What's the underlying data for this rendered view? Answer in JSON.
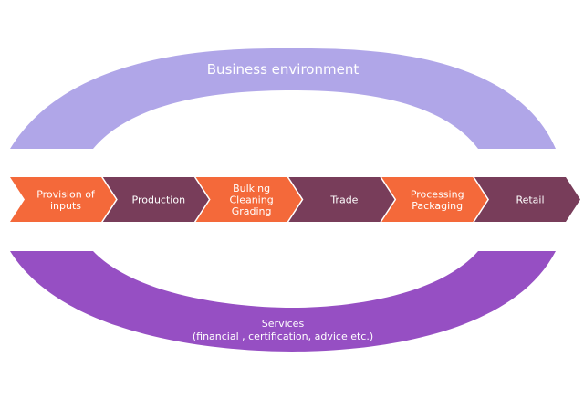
{
  "diagram": {
    "top_band": {
      "label": "Business environment",
      "color": "#b0a6e8"
    },
    "bottom_band": {
      "label_line1": "Services",
      "label_line2": "(financial , certification, advice etc.)",
      "color": "#964fc3"
    },
    "steps": [
      {
        "lines": [
          "Provision of",
          "inputs"
        ],
        "color": "#f4693a"
      },
      {
        "lines": [
          "Production"
        ],
        "color": "#783d5a"
      },
      {
        "lines": [
          "Bulking",
          "Cleaning",
          "Grading"
        ],
        "color": "#f4693a"
      },
      {
        "lines": [
          "Trade"
        ],
        "color": "#783d5a"
      },
      {
        "lines": [
          "Processing",
          "Packaging"
        ],
        "color": "#f4693a"
      },
      {
        "lines": [
          "Retail"
        ],
        "color": "#783d5a"
      }
    ]
  }
}
